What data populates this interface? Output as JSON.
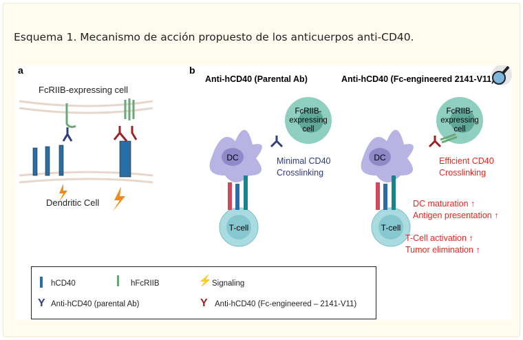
{
  "caption": "Esquema 1. Mecanismo de acción propuesto de los anticuerpos anti-CD40.",
  "panel_a": {
    "label": "a",
    "top_cell": "FcRIIB-expressing cell",
    "bottom_cell": "Dendritic Cell"
  },
  "panel_b": {
    "label": "b",
    "left": {
      "title": "Anti-hCD40 (Parental Ab)",
      "fc_cell": [
        "FcRIIB-",
        "expressing",
        "cell"
      ],
      "dc": "DC",
      "tcell": "T-cell",
      "note": [
        "Minimal CD40",
        "Crosslinking"
      ]
    },
    "right": {
      "title": "Anti-hCD40 (Fc-engineered 2141-V11)",
      "fc_cell": [
        "FcRIIB-",
        "expressing",
        "cell"
      ],
      "dc": "DC",
      "tcell": "T-cell",
      "note": [
        "Efficient CD40",
        "Crosslinking"
      ],
      "effects": [
        "DC maturation ↑",
        "Antigen presentation ↑",
        "T-Cell activation ↑",
        "Tumor elimination ↑"
      ]
    }
  },
  "legend": {
    "hcd40": "hCD40",
    "hfcriib": "hFcRIIB",
    "signaling": "Signaling",
    "parental": "Anti-hCD40 (parental Ab)",
    "engineered": "Anti-hCD40 (Fc-engineered – 2141-V11)"
  },
  "colors": {
    "blue_text": "#2b3a7a",
    "red_text": "#e8261f",
    "cd40": "#2a6ea6",
    "fcr": "#6aa776",
    "parental": "#2f3f7e",
    "engineered": "#9b2226",
    "signal": "#f08a1c",
    "dc": "#b7b3e3",
    "tcell": "#a9dbe0",
    "fc_cell": "#8fcfbf"
  },
  "icons": [
    "zoom-magnifier-icon"
  ]
}
